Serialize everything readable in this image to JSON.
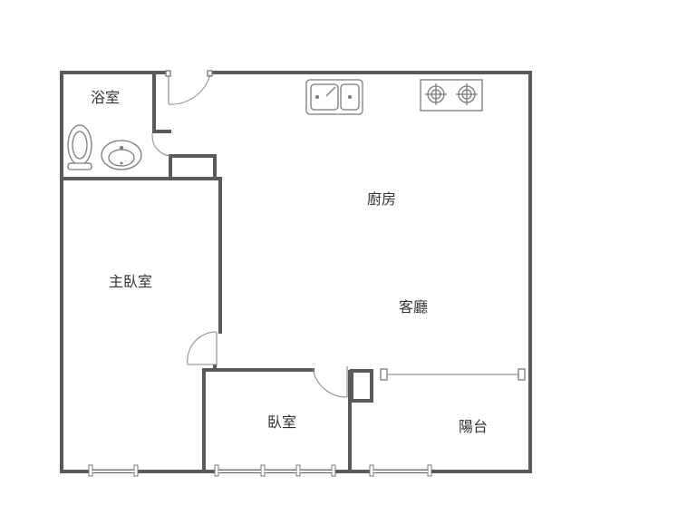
{
  "rooms": {
    "bathroom": "浴室",
    "kitchen": "廚房",
    "master_bedroom": "主臥室",
    "living_room": "客廳",
    "bedroom": "臥室",
    "balcony": "陽台"
  },
  "fixtures": [
    "toilet-icon",
    "washbasin-icon",
    "kitchen-sink-icon",
    "gas-stove-icon"
  ],
  "colors": {
    "wall": "#5a5a5a",
    "fixture": "#7a7a7a",
    "text": "#333333"
  }
}
